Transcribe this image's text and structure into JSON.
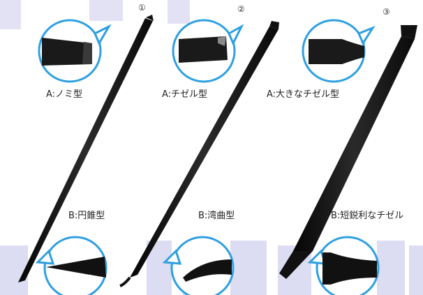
{
  "tools": [
    {
      "number": "①",
      "label_a": "A:ノミ型",
      "label_b": "B:円錐型"
    },
    {
      "number": "②",
      "label_a": "A:チゼル型",
      "label_b": "B:湾曲型"
    },
    {
      "number": "③",
      "label_a": "A:大きなチゼル型",
      "label_b": "B:短鋭利なチゼル"
    }
  ],
  "colors": {
    "accent": "#2e9fe0",
    "tool": "#151515",
    "watermark": "#dcdcf2"
  }
}
